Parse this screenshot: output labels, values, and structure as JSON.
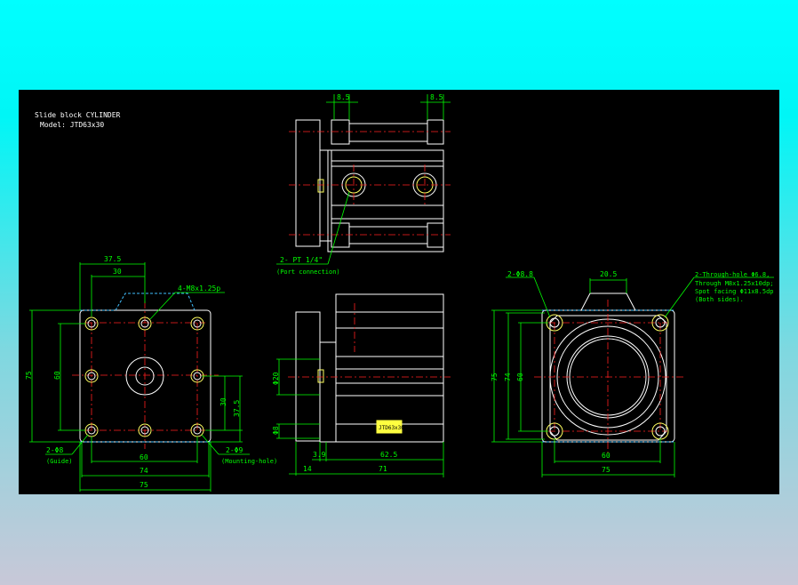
{
  "title": {
    "line1": "Slide block CYLINDER",
    "line2": "Model: JTD63x30"
  },
  "front_view": {
    "dim_top_outer": "37.5",
    "dim_top_inner": "30",
    "note_thread": "4-M8x1.25p",
    "dim_left_outer": "75",
    "dim_left_inner": "60",
    "dim_right_inner": "30",
    "dim_right_outer": "37.5",
    "note_guide": "2-Φ8",
    "note_guide_sub": "(Guide)",
    "note_mount": "2-Φ9",
    "note_mount_sub": "(Mounting-hole)",
    "dim_bottom_60": "60",
    "dim_bottom_74": "74",
    "dim_bottom_75": "75"
  },
  "top_view": {
    "dim_left": "8.5",
    "dim_right": "8.5",
    "note_port": "2- PT 1/4\"",
    "note_port_sub": "(Port connection)"
  },
  "side_view": {
    "dim_phi20": "Φ20",
    "dim_phi8": "Φ8",
    "dim_3_9": "3.9",
    "dim_62_5": "62.5",
    "dim_14": "14",
    "dim_71": "71",
    "label_plate": "JTD63x30"
  },
  "rear_view": {
    "note_hole": "2-Φ8.8",
    "dim_top": "20.5",
    "note_through1": "2-Through-hole Φ6.8,",
    "note_through2": "Through M8x1.25x10dp;",
    "note_through3": "Spot facing Φ11x8.5dp",
    "note_through4": "(Both sides).",
    "dim_left_outer": "75",
    "dim_left_mid": "74",
    "dim_left_inner": "60",
    "dim_bottom_60": "60",
    "dim_bottom_75": "75"
  },
  "colors": {
    "background_top": "#00ffff",
    "drawing_bg": "#000000",
    "dimension": "#00ff00",
    "outline": "#ffffff",
    "centerline": "#ff2020",
    "hidden": "#40c0ff"
  }
}
